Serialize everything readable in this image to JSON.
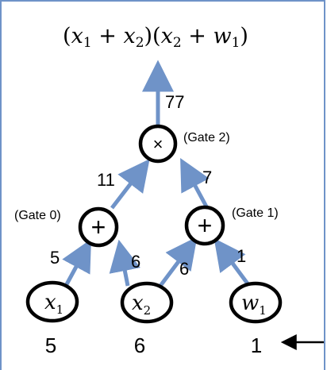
{
  "expression": {
    "prefix": "(",
    "x1": "x",
    "s1": "1",
    "plus1": " + ",
    "x2": "x",
    "s2": "2",
    "mid": ")(",
    "x2b": "x",
    "s2b": "2",
    "plus2": " + ",
    "w": "w",
    "s3": "1",
    "suffix": ")"
  },
  "output_value": "77",
  "nodes": {
    "gate2": {
      "symbol": "×",
      "label": "(Gate 2)"
    },
    "gate0": {
      "symbol": "+",
      "label": "(Gate 0)"
    },
    "gate1": {
      "symbol": "+",
      "label": "(Gate 1)"
    },
    "x1": {
      "var": "x",
      "sub": "1",
      "value": "5"
    },
    "x2": {
      "var": "x",
      "sub": "2",
      "value": "6"
    },
    "w1": {
      "var": "w",
      "sub": "1",
      "value": "1"
    }
  },
  "edge_values": {
    "gate0_to_gate2": "11",
    "gate1_to_gate2": "7",
    "x1_to_gate0": "5",
    "x2_to_gate0": "6",
    "x2_to_gate1": "6",
    "w1_to_gate1": "1"
  },
  "colors": {
    "arrow": "#6f93c8",
    "node_stroke": "#000000",
    "frame": "#6f93c8"
  }
}
